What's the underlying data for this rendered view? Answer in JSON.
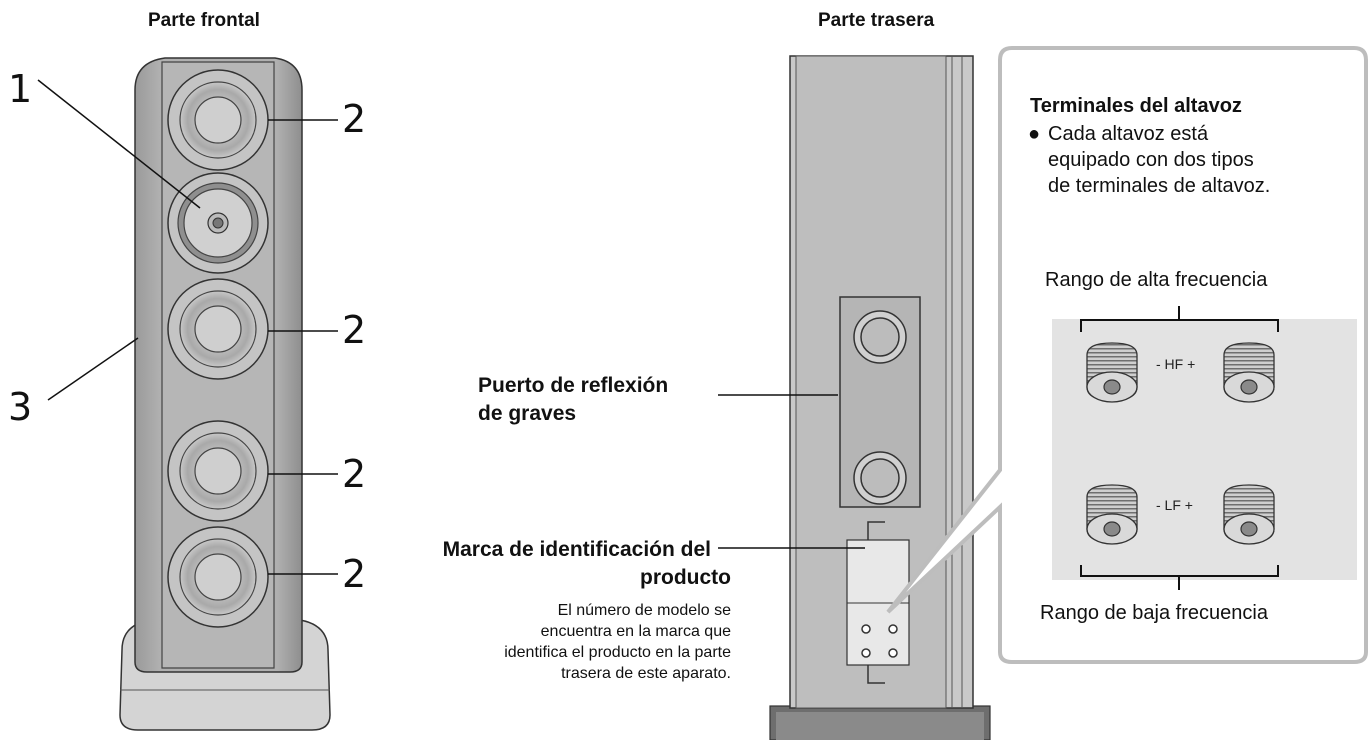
{
  "front": {
    "title": "Parte frontal",
    "callouts": [
      "1",
      "2",
      "2",
      "2",
      "2",
      "3"
    ]
  },
  "rear": {
    "title": "Parte trasera",
    "bass_port_line1": "Puerto de reflexión",
    "bass_port_line2": "de graves",
    "id_mark_line1": "Marca de identificación del",
    "id_mark_line2": "producto",
    "id_desc": [
      "El número de modelo se",
      "encuentra en la marca que",
      "identifica el producto en la parte",
      "trasera de este aparato."
    ]
  },
  "terminals": {
    "heading": "Terminales del altavoz",
    "bullet": "●",
    "desc": [
      "Cada altavoz está",
      "equipado con dos tipos",
      "de terminales de altavoz."
    ],
    "high_range": "Rango de alta frecuencia",
    "low_range": "Rango de baja frecuencia",
    "hf_label": "- HF +",
    "lf_label": "- LF +"
  }
}
